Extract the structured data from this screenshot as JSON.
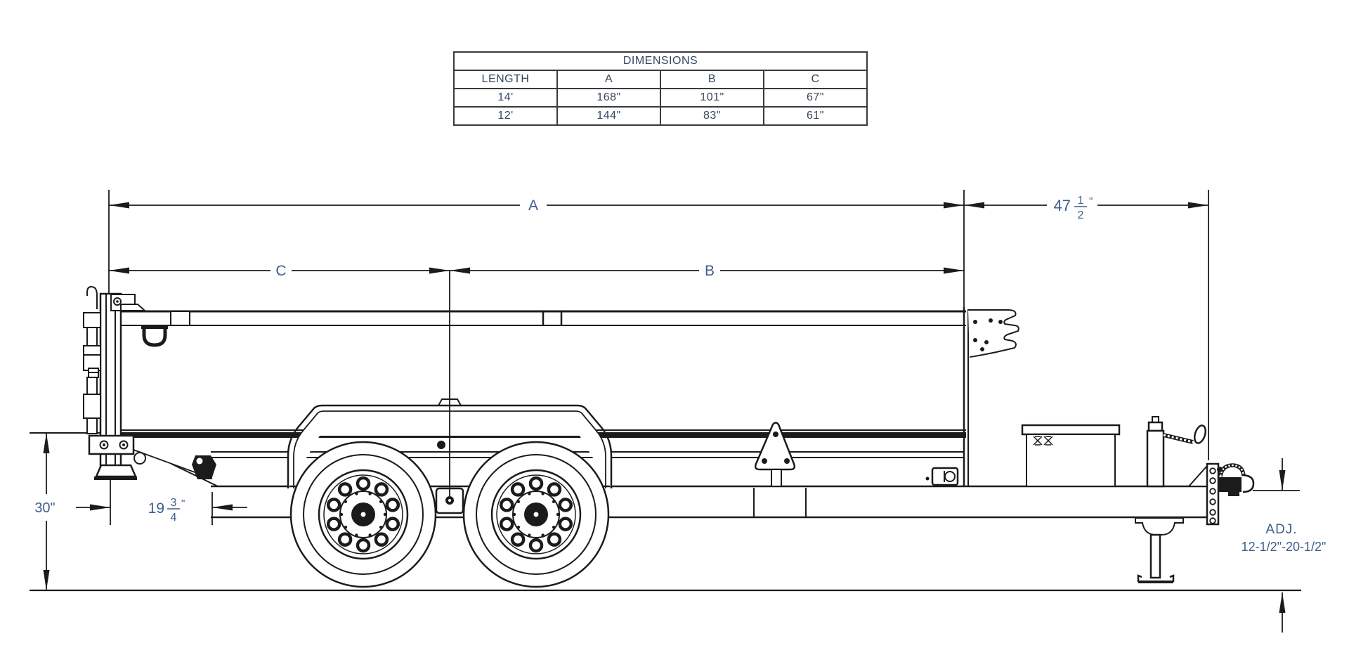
{
  "table": {
    "title": "DIMENSIONS",
    "columns": [
      "LENGTH",
      "A",
      "B",
      "C"
    ],
    "rows": [
      [
        "14'",
        "168\"",
        "101\"",
        "67\""
      ],
      [
        "12'",
        "144\"",
        "83\"",
        "61\""
      ]
    ]
  },
  "dimensions": {
    "a_label": "A",
    "b_label": "B",
    "c_label": "C",
    "rear": {
      "whole": "47",
      "num": "1",
      "den": "2",
      "unit": "\""
    },
    "height_label": "30\"",
    "front": {
      "whole": "19",
      "num": "3",
      "den": "4",
      "unit": "\""
    },
    "adj_line1": "ADJ.",
    "adj_line2": "12-1/2\"-20-1/2\""
  },
  "colors": {
    "line": "#1b1b1b",
    "dim_text": "#3e5f8a",
    "table_text": "#33475e"
  }
}
